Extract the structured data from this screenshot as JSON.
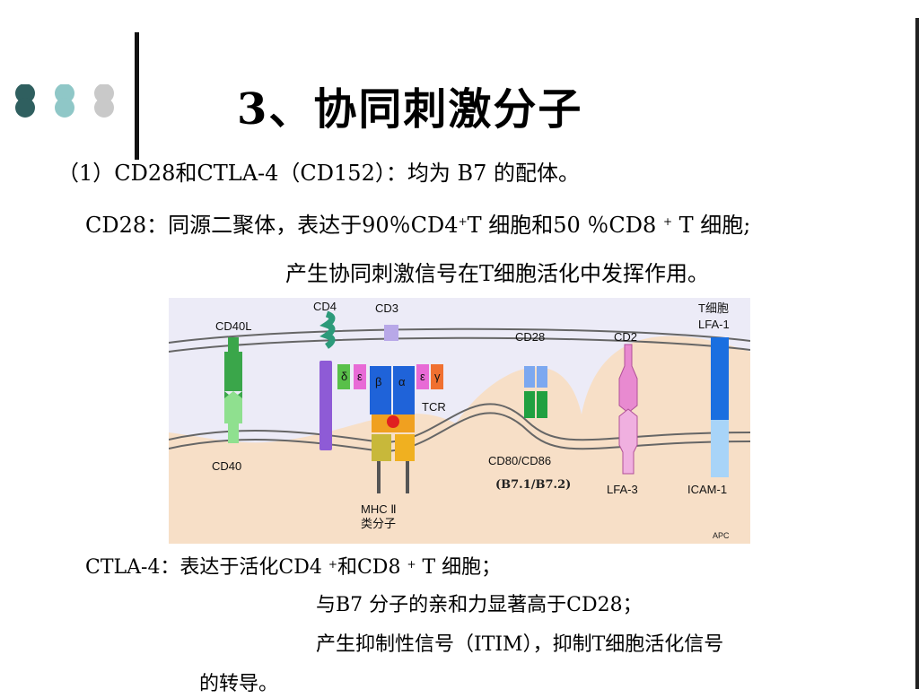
{
  "title": "3、协同刺激分子",
  "intro": "（1）CD28和CTLA-4（CD152）：均为 B7 的配体。",
  "cd28": {
    "label": "CD28：同源二聚体，表达于90％CD4",
    "sup1": "+",
    "mid": "T 细胞和50 ％CD8 ",
    "sup2": "+",
    "end": " T 细胞;",
    "line2": "产生协同刺激信号在T细胞活化中发挥作用。"
  },
  "ctla4": {
    "label": "CTLA-4：表达于活化CD4 ",
    "sup1": "+",
    "mid": "和CD8 ",
    "sup2": "+",
    "end": " T 细胞；",
    "line2": "与B7 分子的亲和力显著高于CD28；",
    "line3": "产生抑制性信号（ITIM），抑制T细胞活化信号",
    "line4": "的转导。"
  },
  "diagram": {
    "t_cell": "T细胞",
    "apc": "APC",
    "cd40l": "CD40L",
    "cd40": "CD40",
    "cd4": "CD4",
    "cd3": "CD3",
    "tcr": "TCR",
    "delta": "δ",
    "epsilon": "ε",
    "beta": "β",
    "alpha": "α",
    "gamma": "γ",
    "mhc_line1": "MHC Ⅱ",
    "mhc_line2": "类分子",
    "cd28": "CD28",
    "cd80_cd86": "CD80/CD86",
    "b7": "(B7.1/B7.2)",
    "cd2": "CD2",
    "lfa3": "LFA-3",
    "lfa1": "LFA-1",
    "icam1": "ICAM-1"
  },
  "colors": {
    "t_cell_bg": "#ecebf7",
    "apc_bg": "#f7dfc7",
    "dot_dark": "#2f5f5f",
    "dot_mid": "#8fc7c7",
    "dot_light": "#c9c9c9"
  }
}
